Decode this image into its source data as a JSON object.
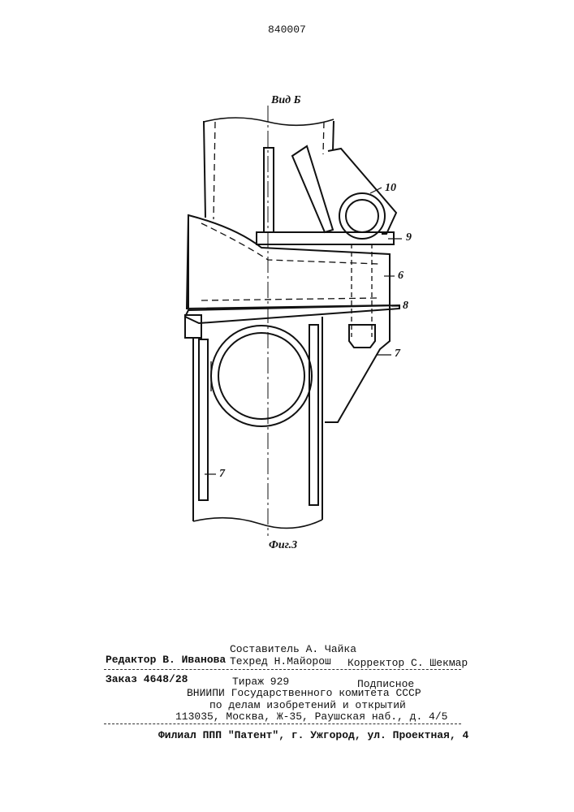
{
  "patent_number": "840007",
  "view_label": "Вид Б",
  "figure_caption": "Фиг.3",
  "part_labels": {
    "p10": "10",
    "p9": "9",
    "p6": "6",
    "p8": "8",
    "p7_right": "7",
    "p7_left": "7"
  },
  "colophon": {
    "compiler": "Составитель А. Чайка",
    "editor": "Редактор В. Иванова",
    "techred": "Техред Н.Майорош",
    "corrector": "Корректор С. Шекмар",
    "order": "Заказ 4648/28",
    "circulation": "Тираж 929",
    "subscription": "Подписное",
    "institute": "ВНИИПИ Государственного комитета СССР",
    "committee": "по делам изобретений и открытий",
    "address": "113035, Москва, Ж-35, Раушская наб., д. 4/5",
    "branch": "Филиал ППП \"Патент\", г. Ужгород, ул. Проектная, 4"
  }
}
